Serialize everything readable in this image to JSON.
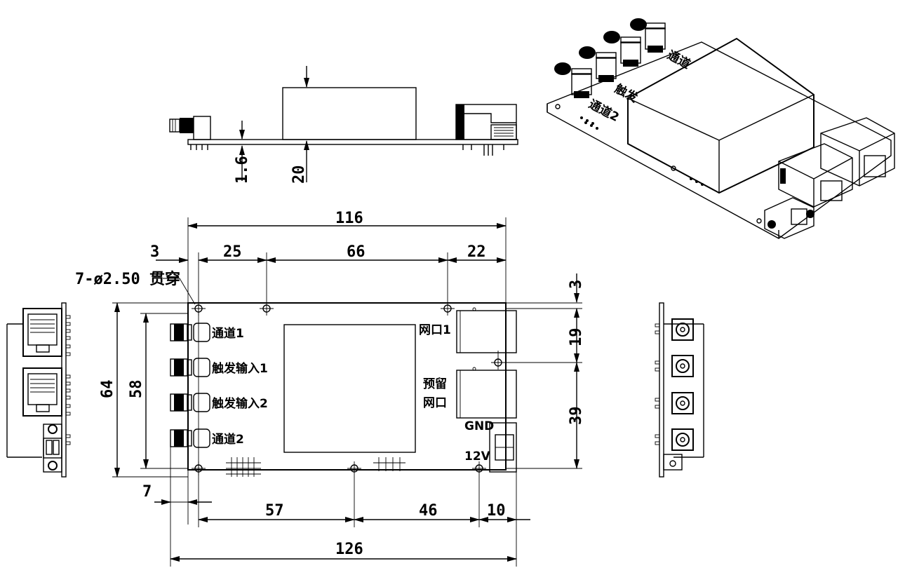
{
  "dimensions": {
    "overall_width": "116",
    "overall_width_with_connectors": "126",
    "left_margin": "3",
    "hole_spacing_1": "25",
    "hole_spacing_2": "66",
    "hole_spacing_3": "22",
    "top_margin": "3",
    "height_total": "64",
    "height_inner": "58",
    "port_pitch": "19",
    "right_lower": "39",
    "connector_offset": "7",
    "bottom_1": "57",
    "bottom_2": "46",
    "bottom_3": "10",
    "pcb_thickness": "1.6",
    "component_height": "20"
  },
  "hole_callout": "7-ø2.50 贯穿",
  "connectors": [
    {
      "label": "通道1"
    },
    {
      "label": "触发输入1"
    },
    {
      "label": "触发输入2"
    },
    {
      "label": "通道2"
    }
  ],
  "ports": {
    "port1": "网口1",
    "reserved_line1": "预留",
    "reserved_line2": "网口",
    "gnd": "GND",
    "power": "12V"
  },
  "iso_labels": {
    "a": "通道2",
    "b": "触发",
    "c": "通道"
  }
}
